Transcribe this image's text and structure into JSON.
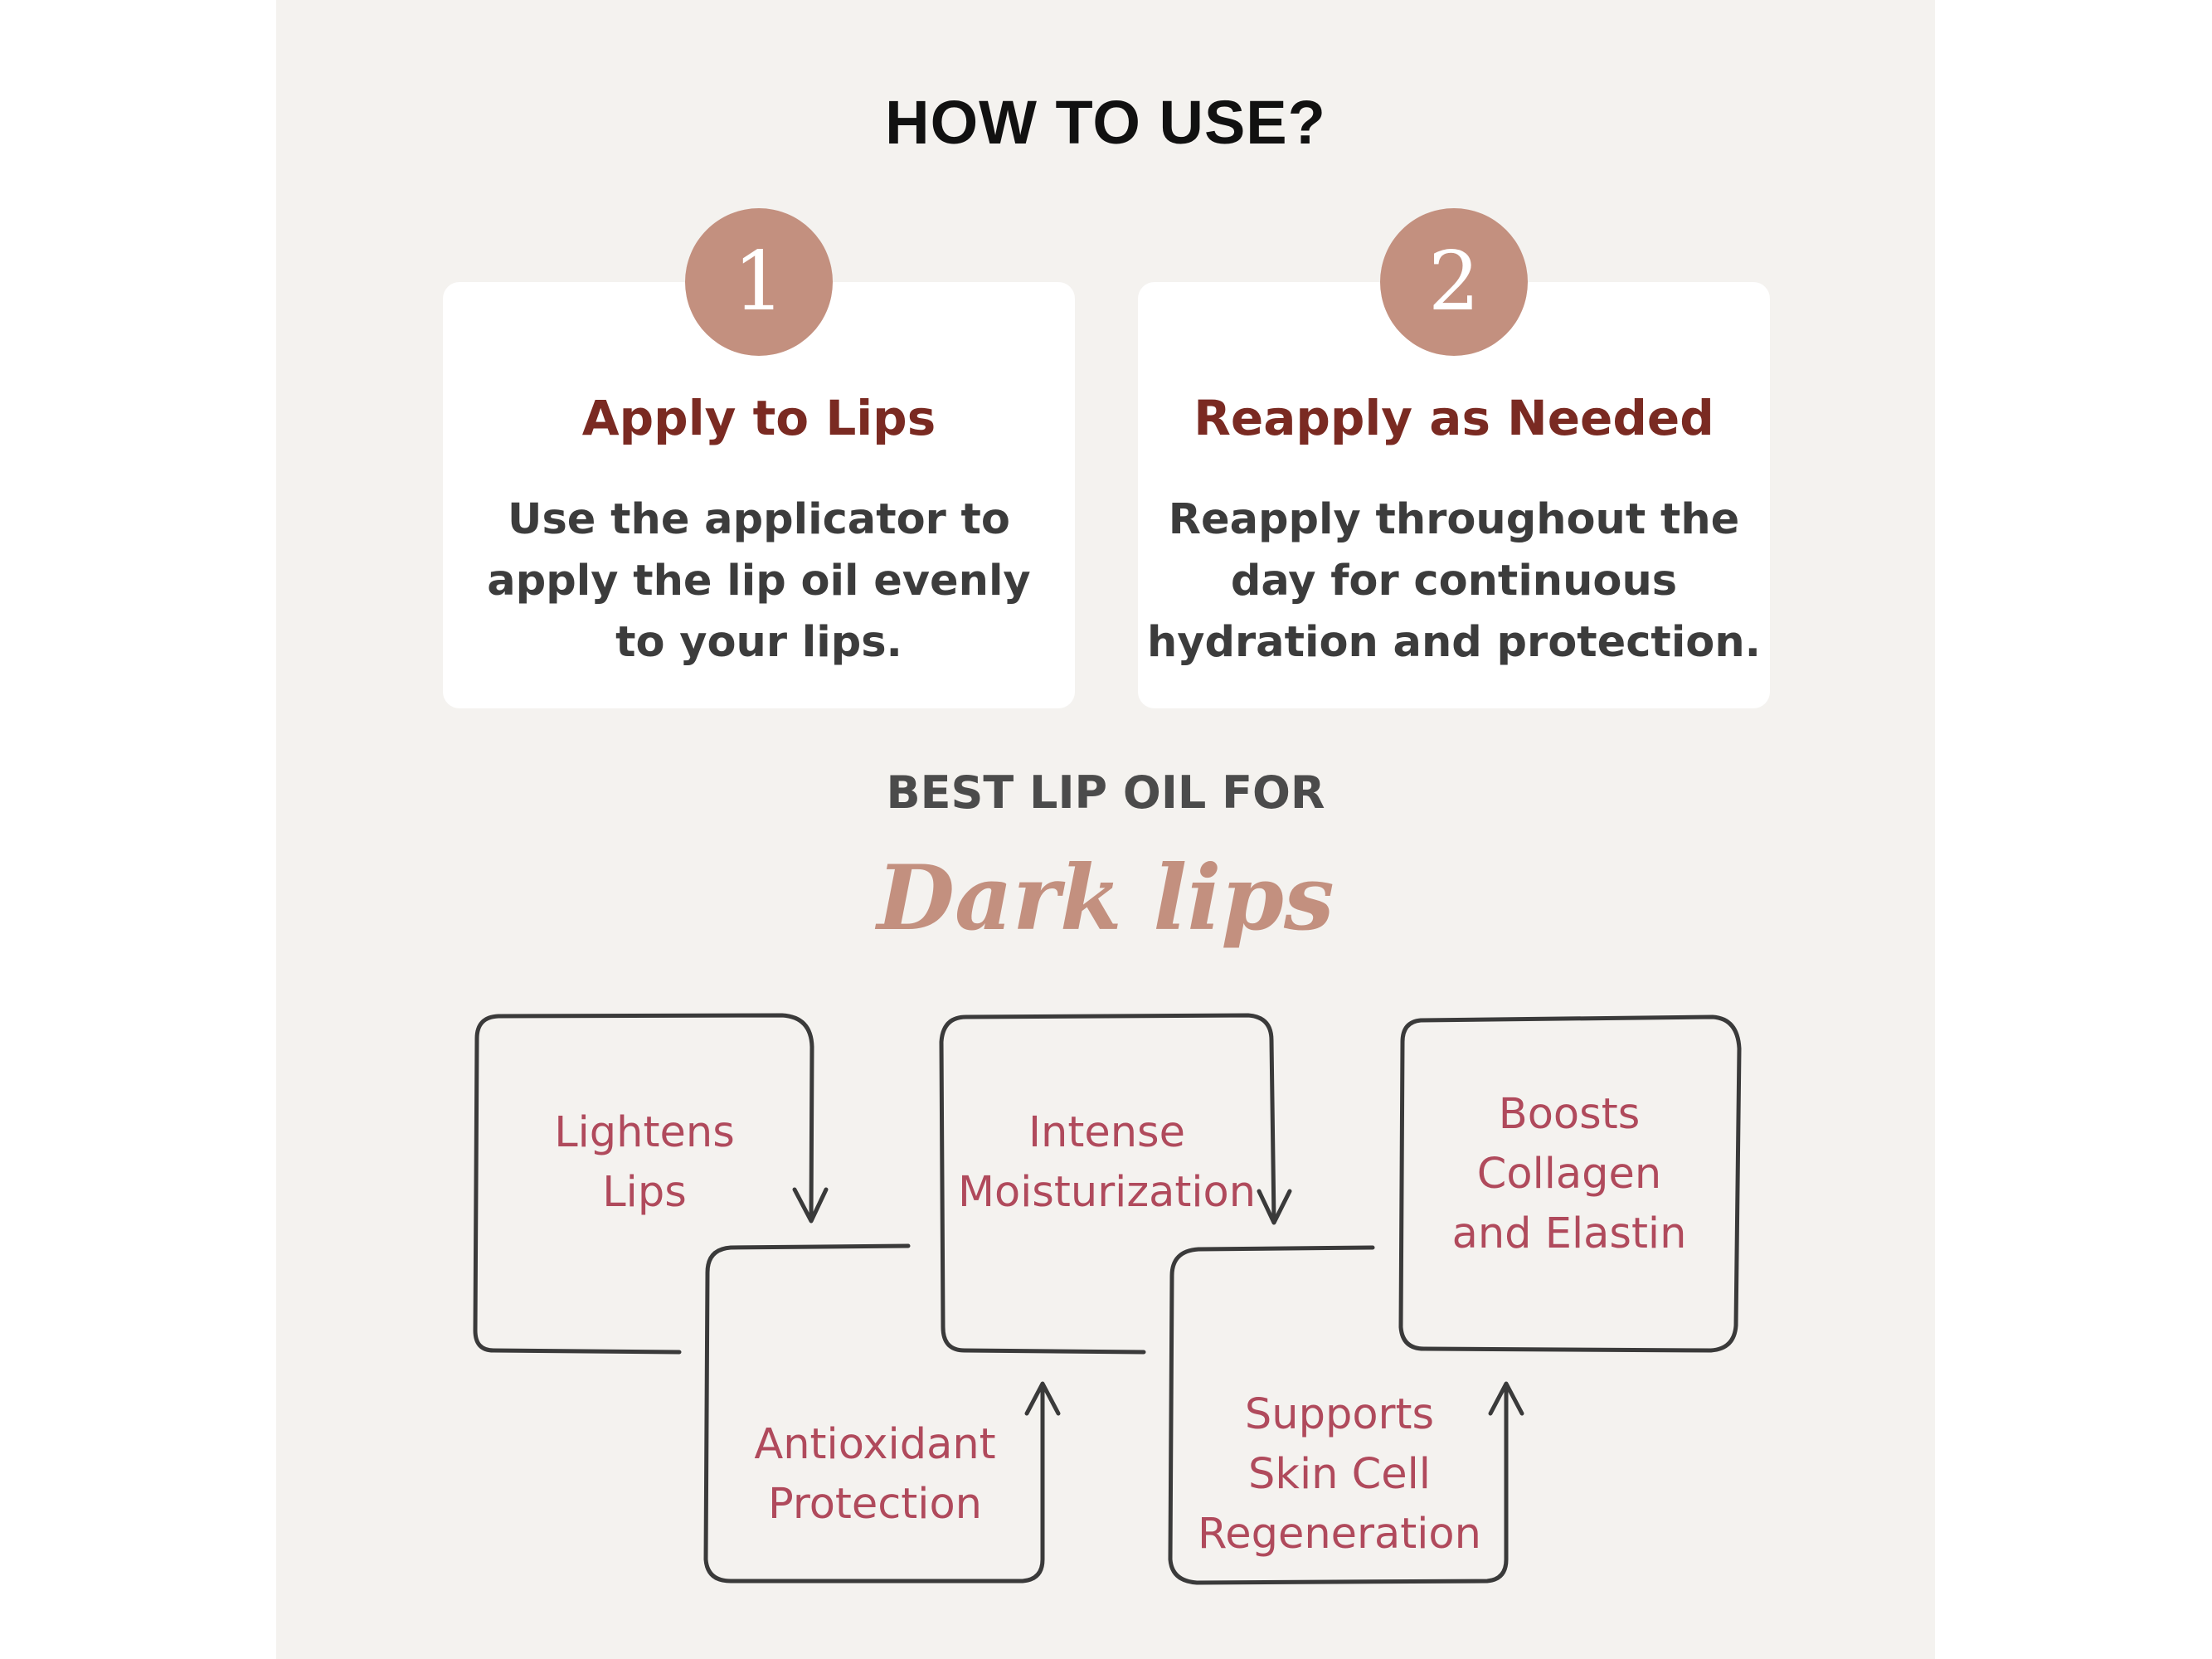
{
  "title": "HOW TO USE?",
  "steps": [
    {
      "number": "1",
      "title": "Apply to Lips",
      "description": "Use the applicator to\napply the lip oil evenly\nto your lips."
    },
    {
      "number": "2",
      "title": "Reapply as Needed",
      "description": "Reapply throughout the\nday for continuous\nhydration and protection."
    }
  ],
  "section": {
    "heading": "BEST LIP OIL FOR",
    "script_title": "Dark lips"
  },
  "benefits": [
    "Lightens\nLips",
    "Antioxidant\nProtection",
    "Intense\nMoisturization",
    "Supports\nSkin Cell\nRegeneration",
    "Boosts\nCollagen\nand Elastin"
  ],
  "colors": {
    "accent": "#c3907f",
    "step_title": "#7a2a22",
    "benefit_text": "#b04a5c",
    "background": "#f4f2ef"
  }
}
